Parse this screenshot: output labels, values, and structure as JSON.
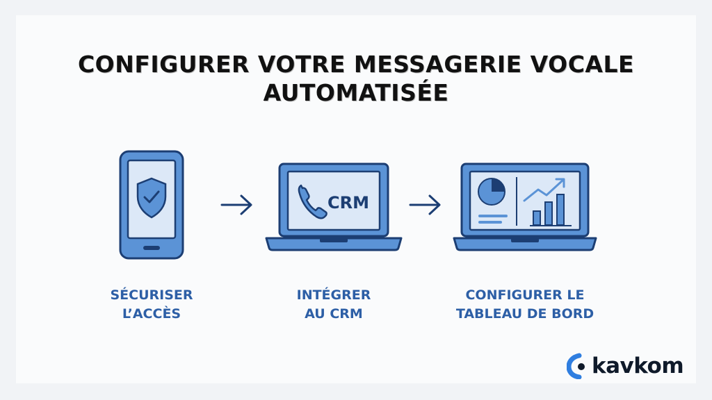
{
  "title": {
    "line1": "CONFIGURER VOTRE MESSAGERIE VOCALE",
    "line2": "AUTOMATISÉE"
  },
  "steps": [
    {
      "label_line1": "SÉCURISER",
      "label_line2": "L’ACCÈS",
      "icon": "phone-shield-icon"
    },
    {
      "label_line1": "INTÉGRER",
      "label_line2": "AU CRM",
      "icon": "laptop-crm-icon",
      "screen_text": "CRM"
    },
    {
      "label_line1": "CONFIGURER LE",
      "label_line2": "TABLEAU DE BORD",
      "icon": "laptop-dashboard-icon"
    }
  ],
  "logo": {
    "text": "kavkom"
  },
  "colors": {
    "accent": "#2d5fa6",
    "fill": "#5b93d6",
    "screen": "#dce8f7",
    "outline": "#1c3e73",
    "title": "#111111"
  }
}
